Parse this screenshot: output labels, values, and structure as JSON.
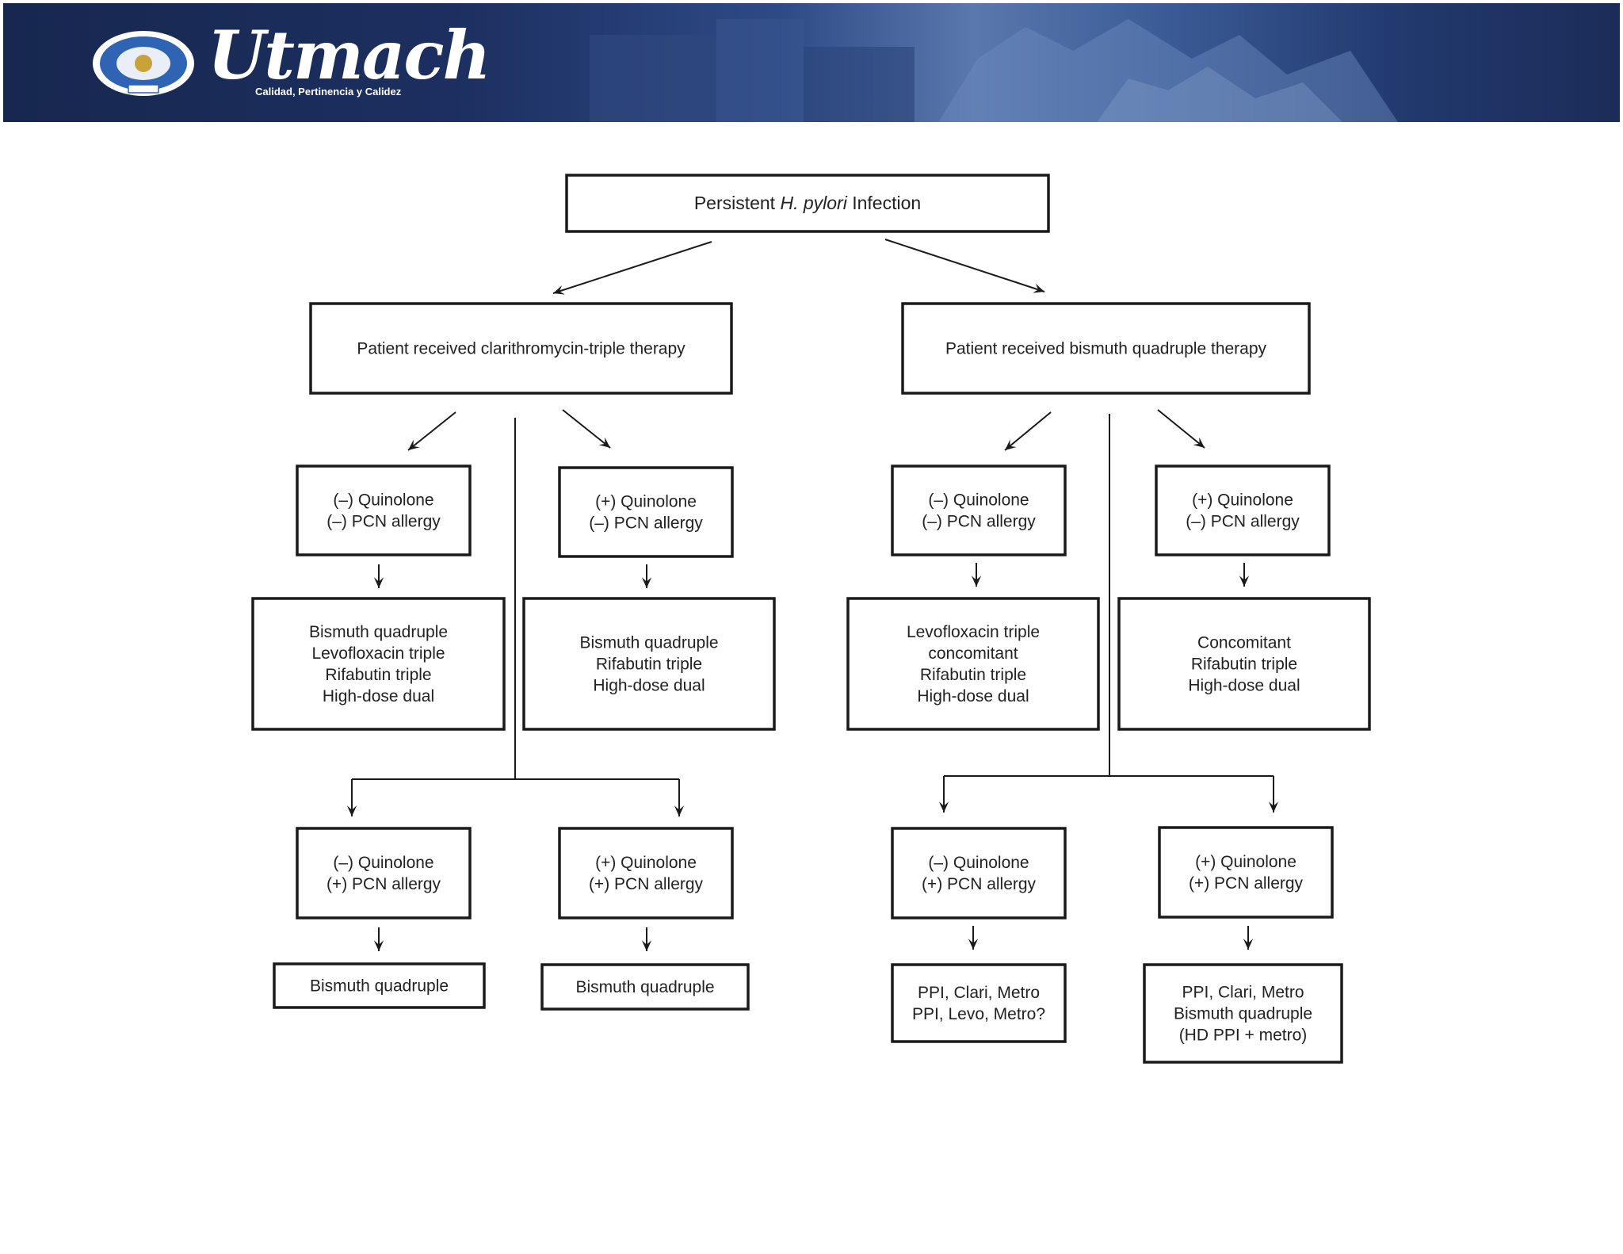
{
  "banner": {
    "logo_text": "Utmach",
    "tagline": "Calidad, Pertinencia y Calidez",
    "colors": {
      "banner_dark": "#17274f",
      "banner_light": "#5a78ad",
      "seal_blue": "#2f63b4"
    }
  },
  "diagram": {
    "root": {
      "prefix": "Persistent ",
      "italic": "H. pylori",
      "suffix": " Infection"
    },
    "nodes": {
      "clari": {
        "lines": [
          "Patient received clarithromycin-triple therapy"
        ]
      },
      "bismuth": {
        "lines": [
          "Patient received bismuth quadruple therapy"
        ]
      },
      "c1": {
        "lines": [
          "(–) Quinolone",
          "(–) PCN allergy"
        ]
      },
      "c2": {
        "lines": [
          "(+) Quinolone",
          "(–) PCN allergy"
        ]
      },
      "b1": {
        "lines": [
          "(–) Quinolone",
          "(–) PCN allergy"
        ]
      },
      "b2": {
        "lines": [
          "(+) Quinolone",
          "(–) PCN allergy"
        ]
      },
      "c1r": {
        "lines": [
          "Bismuth quadruple",
          "Levofloxacin triple",
          "Rifabutin triple",
          "High-dose dual"
        ]
      },
      "c2r": {
        "lines": [
          "Bismuth quadruple",
          "Rifabutin triple",
          "High-dose dual"
        ]
      },
      "b1r": {
        "lines": [
          "Levofloxacin triple",
          "concomitant",
          "Rifabutin triple",
          "High-dose dual"
        ]
      },
      "b2r": {
        "lines": [
          "Concomitant",
          "Rifabutin triple",
          "High-dose dual"
        ]
      },
      "c3": {
        "lines": [
          "(–) Quinolone",
          "(+) PCN allergy"
        ]
      },
      "c4": {
        "lines": [
          "(+) Quinolone",
          "(+) PCN allergy"
        ]
      },
      "b3": {
        "lines": [
          "(–) Quinolone",
          "(+) PCN allergy"
        ]
      },
      "b4": {
        "lines": [
          "(+) Quinolone",
          "(+) PCN allergy"
        ]
      },
      "c3r": {
        "lines": [
          "Bismuth quadruple"
        ]
      },
      "c4r": {
        "lines": [
          "Bismuth quadruple"
        ]
      },
      "b3r": {
        "lines": [
          "PPI, Clari, Metro",
          "PPI, Levo, Metro?"
        ]
      },
      "b4r": {
        "lines": [
          "PPI, Clari, Metro",
          "Bismuth quadruple",
          "(HD PPI + metro)"
        ]
      }
    }
  }
}
